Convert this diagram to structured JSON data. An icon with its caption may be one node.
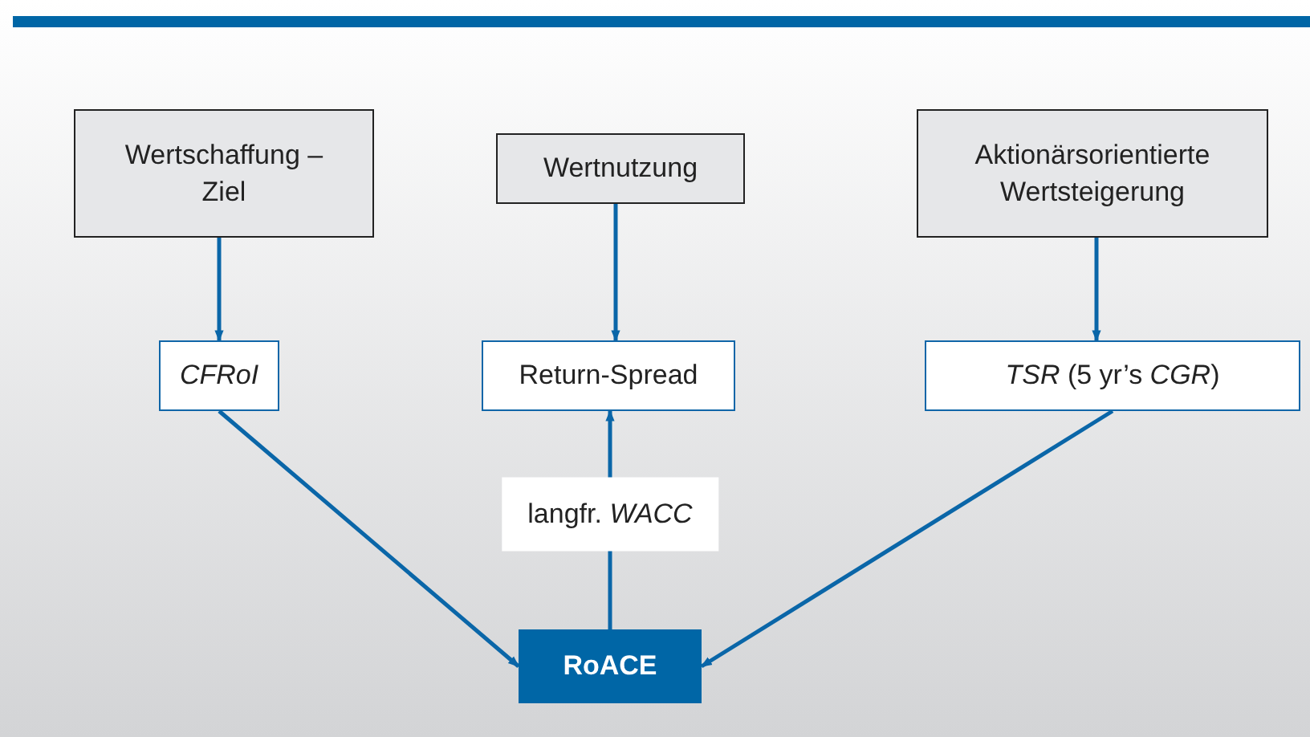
{
  "diagram": {
    "nodes": [
      {
        "text": [
          "Wertschaffung – Ziel"
        ]
      },
      {
        "text": [
          "Wertnutzung"
        ]
      },
      {
        "text": [
          "Aktionärsorientierte Wertsteigerung"
        ]
      },
      {
        "text": [
          "CFRoI"
        ]
      },
      {
        "text": [
          "Return-Spread"
        ]
      },
      {
        "text": [
          "*TSR* (5 yr’s *CGR*)"
        ]
      },
      {
        "text": [
          "RoACE"
        ]
      }
    ],
    "edges": [
      {
        "from": 0,
        "to": 3,
        "arrow": "to"
      },
      {
        "from": 1,
        "to": 4,
        "arrow": "to"
      },
      {
        "from": 2,
        "to": 5,
        "arrow": "to"
      },
      {
        "from": 3,
        "to": 6,
        "arrow": "to"
      },
      {
        "from": 5,
        "to": 6,
        "arrow": "to"
      },
      {
        "from": 6,
        "to": 4,
        "arrow": "to",
        "label": "langfr. *WACC*"
      }
    ]
  }
}
